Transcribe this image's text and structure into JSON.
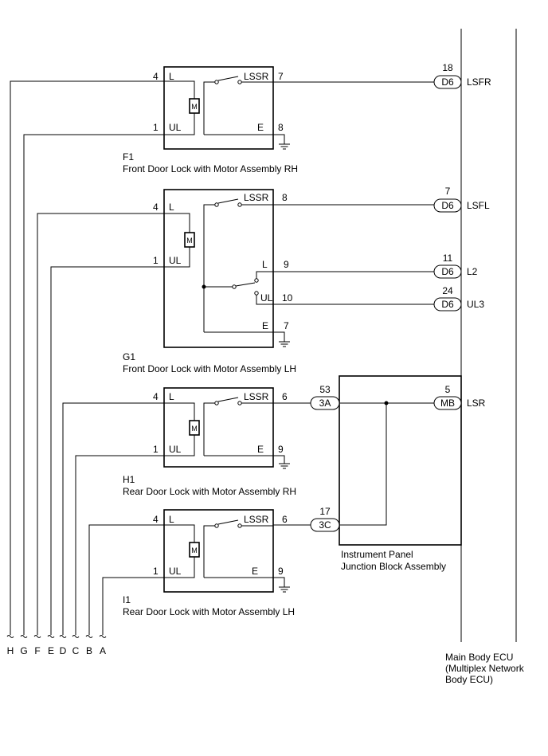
{
  "components": {
    "f1": {
      "code": "F1",
      "name": "Front Door Lock with Motor Assembly RH",
      "pins": {
        "l": "L",
        "ul": "UL",
        "lssr": "LSSR",
        "e": "E"
      },
      "pin_nums": {
        "l": "4",
        "ul": "1",
        "lssr": "7",
        "e": "8"
      }
    },
    "g1": {
      "code": "G1",
      "name": "Front Door Lock with Motor Assembly LH",
      "pins": {
        "l": "L",
        "ul": "UL",
        "lssr": "LSSR",
        "e": "E",
        "sw_l": "L",
        "sw_ul": "UL"
      },
      "pin_nums": {
        "l": "4",
        "ul": "1",
        "lssr": "8",
        "e": "7",
        "sw_l": "9",
        "sw_ul": "10"
      }
    },
    "h1": {
      "code": "H1",
      "name": "Rear Door Lock with Motor Assembly RH",
      "pins": {
        "l": "L",
        "ul": "UL",
        "lssr": "LSSR",
        "e": "E"
      },
      "pin_nums": {
        "l": "4",
        "ul": "1",
        "lssr": "6",
        "e": "9"
      }
    },
    "i1": {
      "code": "I1",
      "name": "Rear Door Lock with Motor Assembly LH",
      "pins": {
        "l": "L",
        "ul": "UL",
        "lssr": "LSSR",
        "e": "E"
      },
      "pin_nums": {
        "l": "4",
        "ul": "1",
        "lssr": "6",
        "e": "9"
      }
    }
  },
  "motor_symbol": "M",
  "junction_block": {
    "name_line1": "Instrument Panel",
    "name_line2": "Junction Block Assembly",
    "connector_3a": {
      "code": "3A",
      "pin": "53"
    },
    "connector_3c": {
      "code": "3C",
      "pin": "17"
    }
  },
  "ecu": {
    "name_line1": "Main Body ECU",
    "name_line2": "(Multiplex Network",
    "name_line3": "Body ECU)",
    "connectors": [
      {
        "code": "D6",
        "pin": "18",
        "signal": "LSFR"
      },
      {
        "code": "D6",
        "pin": "7",
        "signal": "LSFL"
      },
      {
        "code": "D6",
        "pin": "11",
        "signal": "L2"
      },
      {
        "code": "D6",
        "pin": "24",
        "signal": "UL3"
      },
      {
        "code": "MB",
        "pin": "5",
        "signal": "LSR"
      }
    ]
  },
  "bus_letters": [
    "H",
    "G",
    "F",
    "E",
    "D",
    "C",
    "B",
    "A"
  ]
}
